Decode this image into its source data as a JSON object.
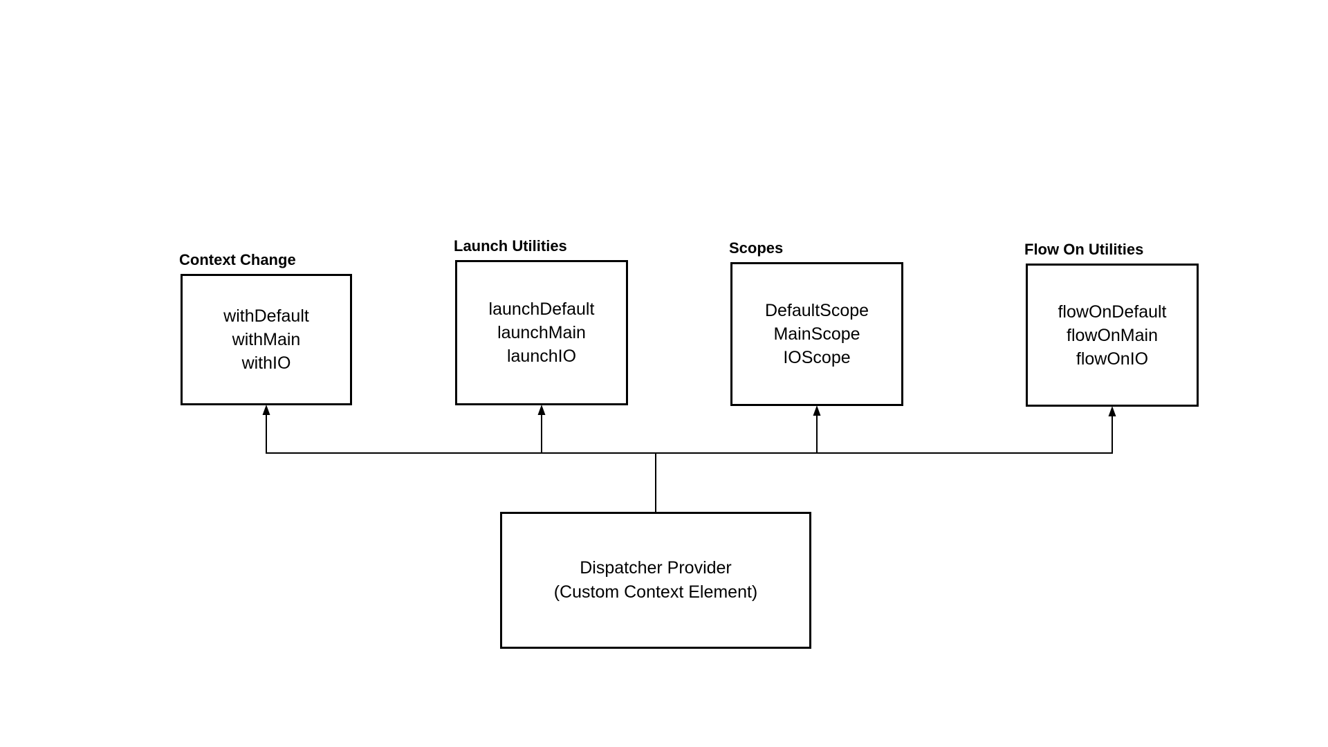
{
  "canvas": {
    "background_color": "#ffffff",
    "line_color": "#000000",
    "text_color": "#000000"
  },
  "groups": [
    {
      "title": "Context Change",
      "items": [
        "withDefault",
        "withMain",
        "withIO"
      ]
    },
    {
      "title": "Launch Utilities",
      "items": [
        "launchDefault",
        "launchMain",
        "launchIO"
      ]
    },
    {
      "title": "Scopes",
      "items": [
        "DefaultScope",
        "MainScope",
        "IOScope"
      ]
    },
    {
      "title": "Flow On Utilities",
      "items": [
        "flowOnDefault",
        "flowOnMain",
        "flowOnIO"
      ]
    }
  ],
  "source": {
    "line1": "Dispatcher Provider",
    "line2": "(Custom Context Element)"
  }
}
